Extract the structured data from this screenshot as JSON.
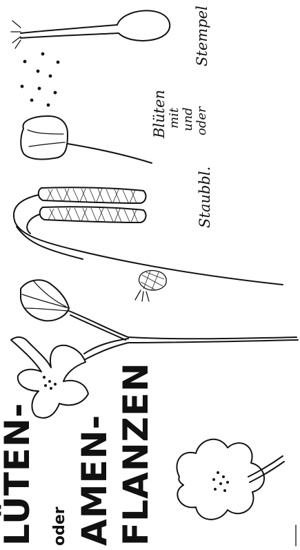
{
  "title": {
    "line1": "LÜTEN-",
    "connector": "oder",
    "line2": "AMEN-",
    "line3": "FLANZEN"
  },
  "labels": {
    "stempel": "Stempel",
    "staubbl": "Staubbl.",
    "bluten": "Blüten",
    "mit": "mit",
    "und": "und",
    "oder": "oder"
  }
}
